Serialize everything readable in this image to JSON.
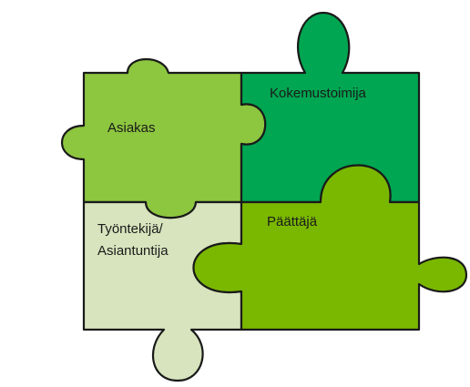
{
  "pieces": [
    {
      "id": "asiakas",
      "lines": [
        "Asiakas"
      ],
      "color": "#8dc63f"
    },
    {
      "id": "kokemustoimija",
      "lines": [
        "Kokemustoimija"
      ],
      "color": "#00a651"
    },
    {
      "id": "tyontekija",
      "lines": [
        "Työntekijä/",
        "Asiantuntija"
      ],
      "color": "#d7e4bd"
    },
    {
      "id": "paattaja",
      "lines": [
        "Päättäjä"
      ],
      "color": "#7ab800"
    }
  ]
}
